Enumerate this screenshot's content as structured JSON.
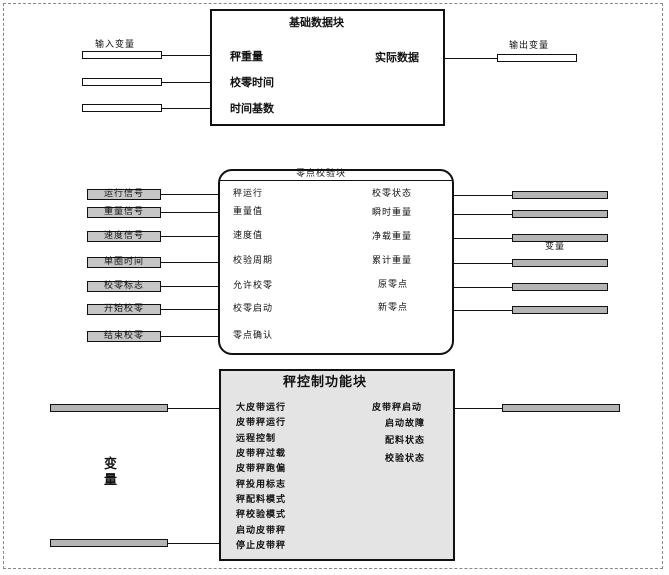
{
  "block1": {
    "title": "基础数据块",
    "inputs_label": "输入变量",
    "outputs_label": "输出变量",
    "inputs": [
      "秤重量",
      "校零时间",
      "时间基数"
    ],
    "output": "实际数据"
  },
  "block2": {
    "title": "零点校验块",
    "signals": [
      "运行信号",
      "重量信号",
      "速度信号",
      "单圈时间",
      "校零标志",
      "开始校零",
      "结束校零"
    ],
    "inputs": [
      "秤运行",
      "重量值",
      "速度值",
      "校验周期",
      "允许校零",
      "校零启动",
      "零点确认"
    ],
    "outputs": [
      "校零状态",
      "瞬时重量",
      "净载重量",
      "累计重量",
      "原零点",
      "新零点"
    ],
    "outputs_label": "变量"
  },
  "block3": {
    "title": "秤控制功能块",
    "side_label_line1": "变",
    "side_label_line2": "量",
    "inputs": [
      "大皮带运行",
      "皮带秤运行",
      "远程控制",
      "皮带秤过载",
      "皮带秤跑偏",
      "秤投用标志",
      "秤配料模式",
      "秤校验模式",
      "启动皮带秤",
      "停止皮带秤"
    ],
    "outputs": [
      "皮带秤启动",
      "启动故障",
      "配料状态",
      "校验状态"
    ]
  }
}
